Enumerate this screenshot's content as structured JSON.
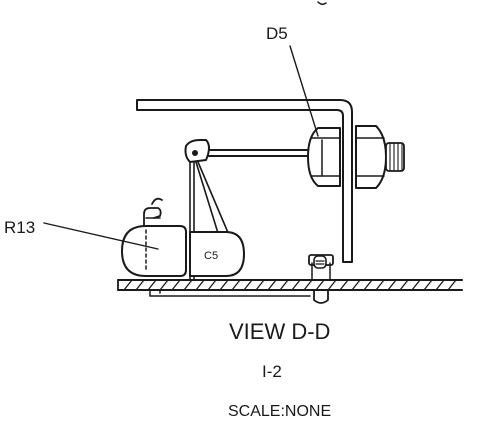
{
  "labels": {
    "d5": "D5",
    "r13": "R13",
    "c5": "C5",
    "view": "VIEW D-D",
    "sheet": "I-2",
    "scale": "SCALE:NONE"
  },
  "colors": {
    "ink": "#1a1a1a",
    "background": "#ffffff"
  }
}
